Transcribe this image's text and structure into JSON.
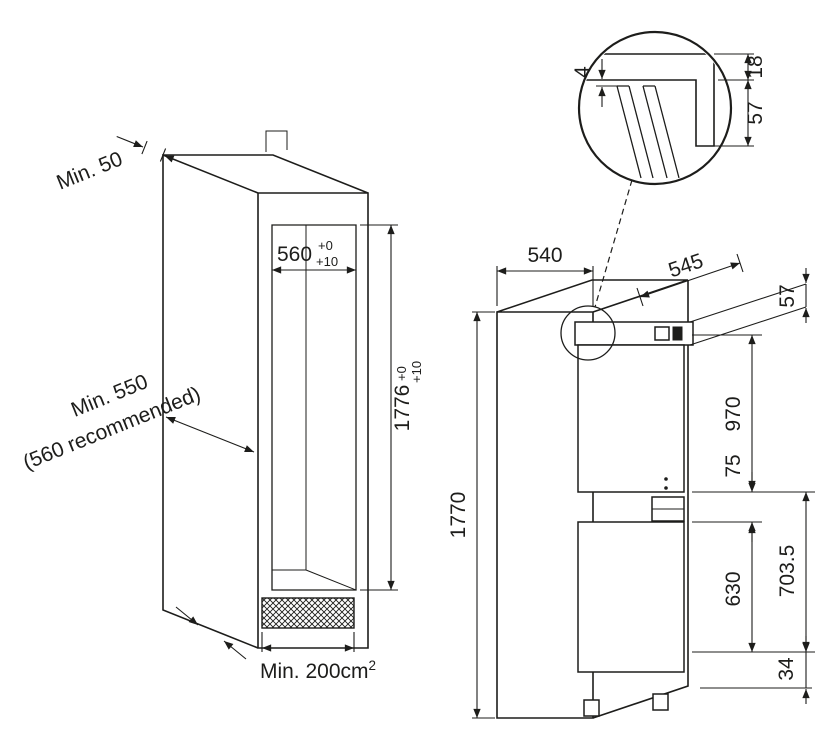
{
  "figure": {
    "type": "built-in appliance installation diagram",
    "line_color": "#1d1d1b"
  },
  "niche": {
    "top_clearance": "Min. 50",
    "width_value": "560",
    "width_tol_upper": "+0",
    "width_tol_lower": "+10",
    "depth_min": "Min. 550",
    "depth_recommended": "(560 recommended)",
    "height_value": "1776",
    "height_tol_upper": "+0",
    "height_tol_lower": "+10",
    "vent_area": "Min. 200cm",
    "vent_area_exponent": "2"
  },
  "appliance": {
    "width": "540",
    "depth": "545",
    "door_top_offset": "57",
    "upper_door_height": "970",
    "door_gap": "75",
    "total_height": "1770",
    "lower_door_height": "630",
    "lower_section_height": "703.5",
    "base_height": "34"
  },
  "detail": {
    "top_gap": "4",
    "panel_thickness": "18",
    "door_overlap": "57"
  }
}
